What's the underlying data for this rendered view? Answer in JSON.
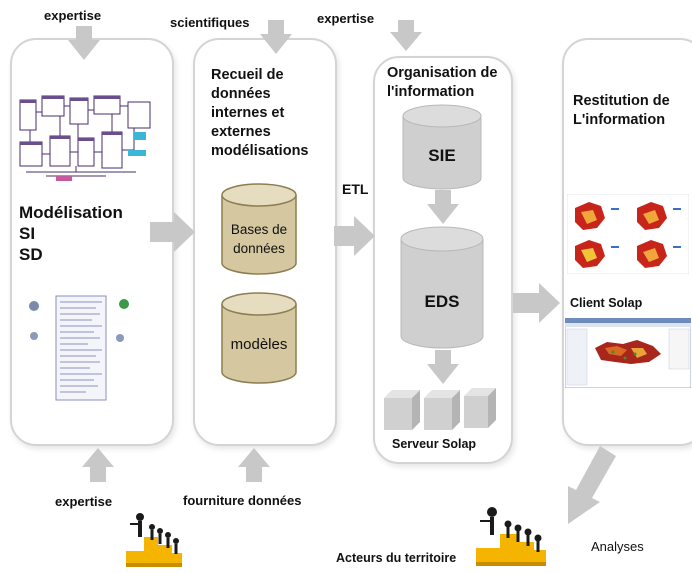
{
  "colors": {
    "arrow": "#c8c8c8",
    "panel_border": "#d4d4d4",
    "cyl_tan_top": "#e6dcc0",
    "cyl_tan_body": "#d5c79f",
    "cyl_tan_border": "#8c7d52",
    "cyl_grey_top": "#dcdcdc",
    "cyl_grey_body": "#cfcfcf"
  },
  "inputs": {
    "top_left": "expertise",
    "top_middle": "scientifiques",
    "top_right": "expertise",
    "bottom_left": "expertise",
    "bottom_middle": "fourniture  données"
  },
  "panel1": {
    "title_lines": [
      "Modélisation",
      "SI",
      "SD"
    ]
  },
  "panel2": {
    "title": "Recueil de données internes et externes modélisations",
    "cyl1": "Bases de données",
    "cyl2": "modèles"
  },
  "etl": "ETL",
  "panel3": {
    "title": "Organisation de l'information",
    "sie": "SIE",
    "eds": "EDS",
    "serveur": "Serveur Solap"
  },
  "panel4": {
    "title": "Restitution de L'information",
    "client": "Client Solap"
  },
  "bottom": {
    "acteurs": "Acteurs du territoire",
    "analyses": "Analyses"
  }
}
